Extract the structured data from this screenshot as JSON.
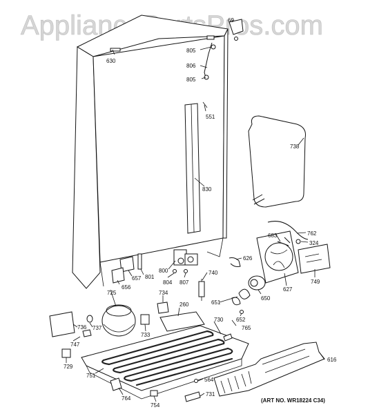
{
  "watermark": "AppliancePartsPros.com",
  "art_no": "(ART NO. WR18224 C34)",
  "part_numbers": {
    "p69": "69",
    "p805a": "805",
    "p806": "806",
    "p805b": "805",
    "p630": "630",
    "p551": "551",
    "p738": "738",
    "p830": "830",
    "p762": "762",
    "p683": "683",
    "p324": "324",
    "p626": "626",
    "p800": "800",
    "p801": "801",
    "p657": "657",
    "p656": "656",
    "p804": "804",
    "p807": "807",
    "p740": "740",
    "p627": "627",
    "p749": "749",
    "p650": "650",
    "p725": "725",
    "p734": "734",
    "p260": "260",
    "p651": "651",
    "p652": "652",
    "p765": "765",
    "p736": "736",
    "p737": "737",
    "p733": "733",
    "p730": "730",
    "p747": "747",
    "p729": "729",
    "p751": "751",
    "p616": "616",
    "p564": "564",
    "p764": "764",
    "p754": "754",
    "p731": "731"
  }
}
